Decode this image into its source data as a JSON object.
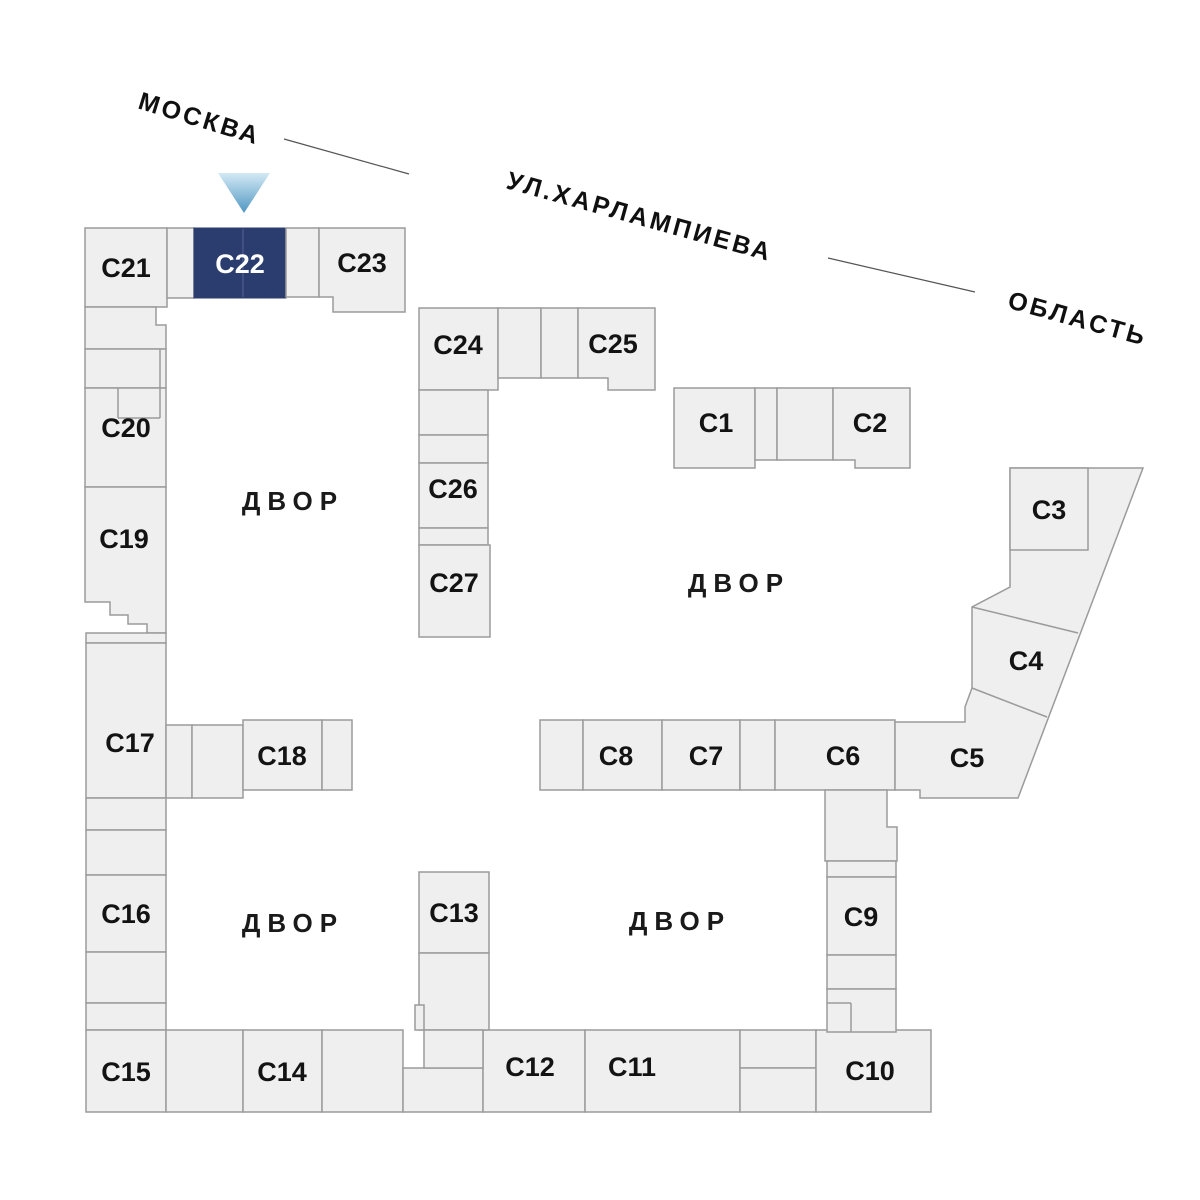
{
  "plan": {
    "selected_building": "С22",
    "pointer": "down-arrow above selected building С22",
    "street": {
      "left_end": "МОСКВА",
      "name": "УЛ.ХАРЛАМПИЕВА",
      "right_end": "ОБЛАСТЬ"
    },
    "courtyard_label": "ДВОР",
    "colors": {
      "building_fill": "#efefef",
      "building_border": "#9b9b9b",
      "selected_fill": "#2b3d6e",
      "selected_text": "#ffffff",
      "label_text": "#131313",
      "pointer_gradient_top": "#d3e9f5",
      "pointer_gradient_bottom": "#4f97c2"
    },
    "buildings": [
      {
        "id": "C1",
        "label": "С1"
      },
      {
        "id": "C2",
        "label": "С2"
      },
      {
        "id": "C3",
        "label": "С3"
      },
      {
        "id": "C4",
        "label": "С4"
      },
      {
        "id": "C5",
        "label": "С5"
      },
      {
        "id": "C6",
        "label": "С6"
      },
      {
        "id": "C7",
        "label": "С7"
      },
      {
        "id": "C8",
        "label": "С8"
      },
      {
        "id": "C9",
        "label": "С9"
      },
      {
        "id": "C10",
        "label": "С10"
      },
      {
        "id": "C11",
        "label": "С11"
      },
      {
        "id": "C12",
        "label": "С12"
      },
      {
        "id": "C13",
        "label": "С13"
      },
      {
        "id": "C14",
        "label": "С14"
      },
      {
        "id": "C15",
        "label": "С15"
      },
      {
        "id": "C16",
        "label": "С16"
      },
      {
        "id": "C17",
        "label": "С17"
      },
      {
        "id": "C18",
        "label": "С18"
      },
      {
        "id": "C19",
        "label": "С19"
      },
      {
        "id": "C20",
        "label": "С20"
      },
      {
        "id": "C21",
        "label": "С21"
      },
      {
        "id": "C22",
        "label": "С22"
      },
      {
        "id": "C23",
        "label": "С23"
      },
      {
        "id": "C24",
        "label": "С24"
      },
      {
        "id": "C25",
        "label": "С25"
      },
      {
        "id": "C26",
        "label": "С26"
      },
      {
        "id": "C27",
        "label": "С27"
      }
    ]
  }
}
